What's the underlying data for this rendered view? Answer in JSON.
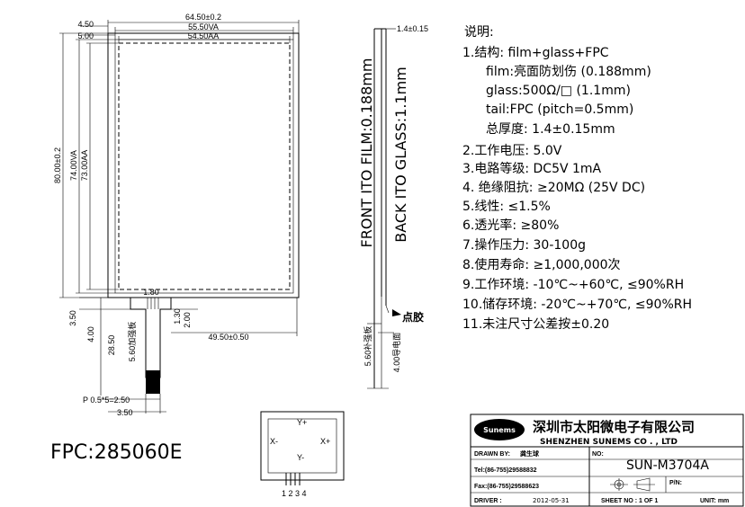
{
  "dimensions": {
    "dim_4_50": "4.50",
    "dim_5_00": "5.00",
    "dim_64_50": "64.50±0.2",
    "dim_55_50": "55.50VA",
    "dim_54_50": "54.50AA",
    "dim_80_00": "80.00±0.2",
    "dim_74_00": "74.00VA",
    "dim_73_00": "73.00AA",
    "dim_1_80": "1.80",
    "dim_3_50": "3.50",
    "dim_4_00": "4.00",
    "dim_28_50": "28.50",
    "dim_5_60": "5.60加强板",
    "dim_1_30": "1.30",
    "dim_2_00": "2.00",
    "dim_49_50": "49.50±0.50",
    "dim_pitch": "P 0.5*5=2.50",
    "dim_3_50_b": "3.50"
  },
  "side_view": {
    "dim_1_4": "1.4±0.15",
    "front_label": "FRONT ITO FILM:0.188mm",
    "back_label": "BACK ITO GLASS:1.1mm",
    "glue_label": "点胶",
    "dim_5_60_side": "5.60补强板",
    "dim_4_00_side": "4.00导电面"
  },
  "notes": {
    "title": "说明:",
    "lines": [
      "1.结构: film+glass+FPC",
      "film:亮面防划伤 (0.188mm)",
      "glass:500Ω/□ (1.1mm)",
      "tail:FPC (pitch=0.5mm)",
      "总厚度: 1.4±0.15mm",
      "2.工作电压: 5.0V",
      "3.电路等级: DC5V 1mA",
      "4. 绝缘阻抗: ≥20MΩ (25V DC)",
      "5.线性: ≤1.5%",
      "6.透光率: ≥80%",
      "7.操作压力: 30-100g",
      "8.使用寿命: ≥1,000,000次",
      "9.工作环境: -10℃~+60℃, ≤90%RH",
      "10.储存环境: -20℃~+70℃, ≤90%RH",
      "11.未注尺寸公差按±0.20"
    ]
  },
  "fpc_code": "FPC:285060E",
  "pinout": {
    "y_plus": "Y+",
    "y_minus": "Y-",
    "x_minus": "X-",
    "x_plus": "X+",
    "pins": "1 2 3 4"
  },
  "title_block": {
    "company_cn": "深圳市太阳微电子有限公司",
    "company_en": "SHENZHEN SUNEMS CO . , LTD",
    "logo_text": "Sunems",
    "drawn_label": "DRAWN  BY:",
    "drawn_name": "龚生球",
    "tel": "Tel:(86-755)29588832",
    "fax": "Fax:(86-755)29588623",
    "driver_label": "DRIVER :",
    "date": "2012-05-31",
    "no_label": "NO:",
    "part_no": "SUN-M3704A",
    "pn_label": "P/N:",
    "sheet": "SHEET  NO : 1  OF  1",
    "unit": "UNIT: mm"
  }
}
